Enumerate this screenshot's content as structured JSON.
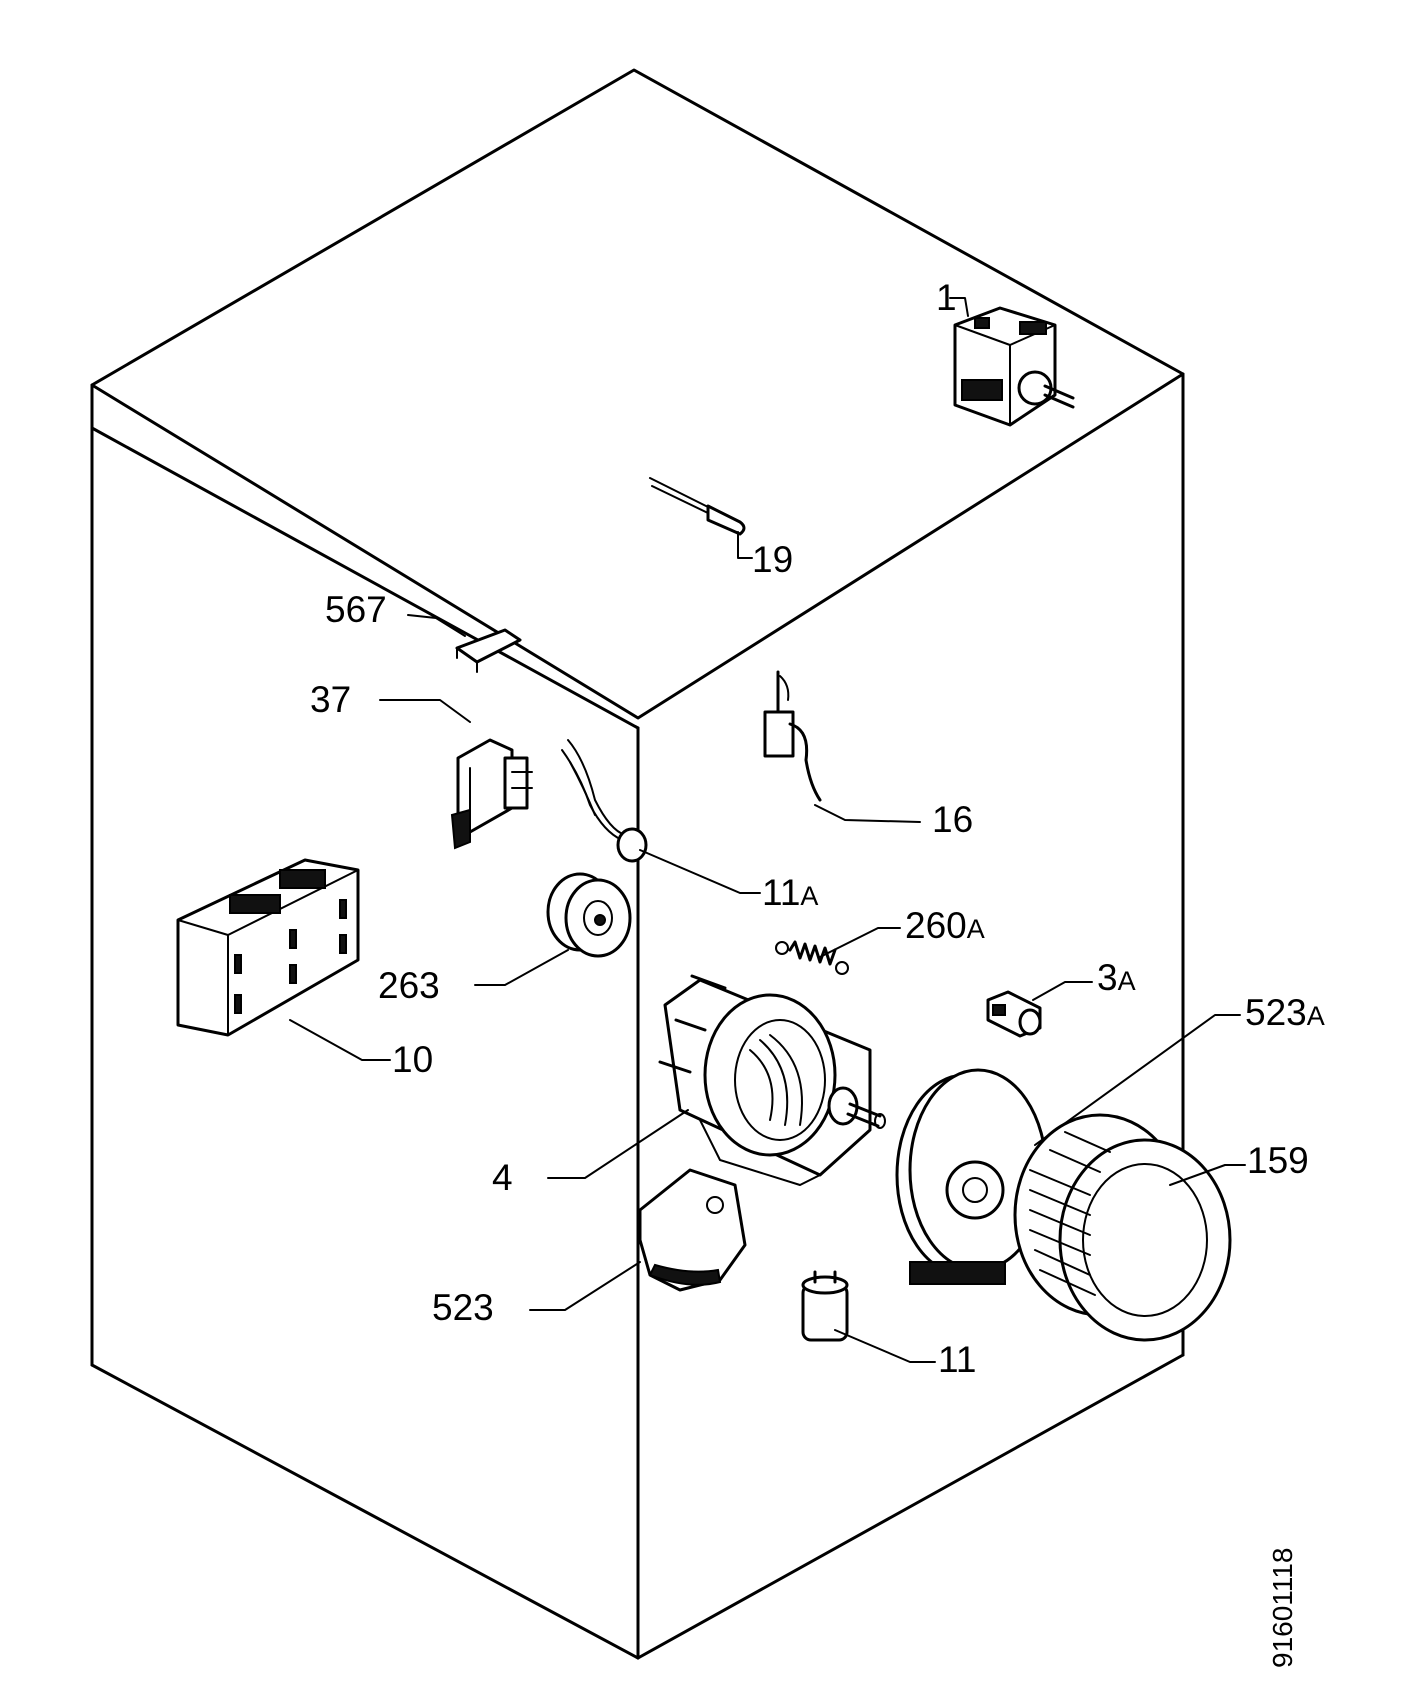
{
  "drawing_number": "91601118",
  "parts": [
    {
      "id": "p1",
      "label": "1"
    },
    {
      "id": "p19",
      "label": "19"
    },
    {
      "id": "p567",
      "label": "567"
    },
    {
      "id": "p37",
      "label": "37"
    },
    {
      "id": "p16",
      "label": "16"
    },
    {
      "id": "p11A",
      "label": "11",
      "suffix": "A"
    },
    {
      "id": "p260A",
      "label": "260",
      "suffix": "A"
    },
    {
      "id": "p263",
      "label": "263"
    },
    {
      "id": "p3A",
      "label": "3",
      "suffix": "A"
    },
    {
      "id": "p523A",
      "label": "523",
      "suffix": "A"
    },
    {
      "id": "p10",
      "label": "10"
    },
    {
      "id": "p4",
      "label": "4"
    },
    {
      "id": "p159",
      "label": "159"
    },
    {
      "id": "p523",
      "label": "523"
    },
    {
      "id": "p11",
      "label": "11"
    }
  ]
}
